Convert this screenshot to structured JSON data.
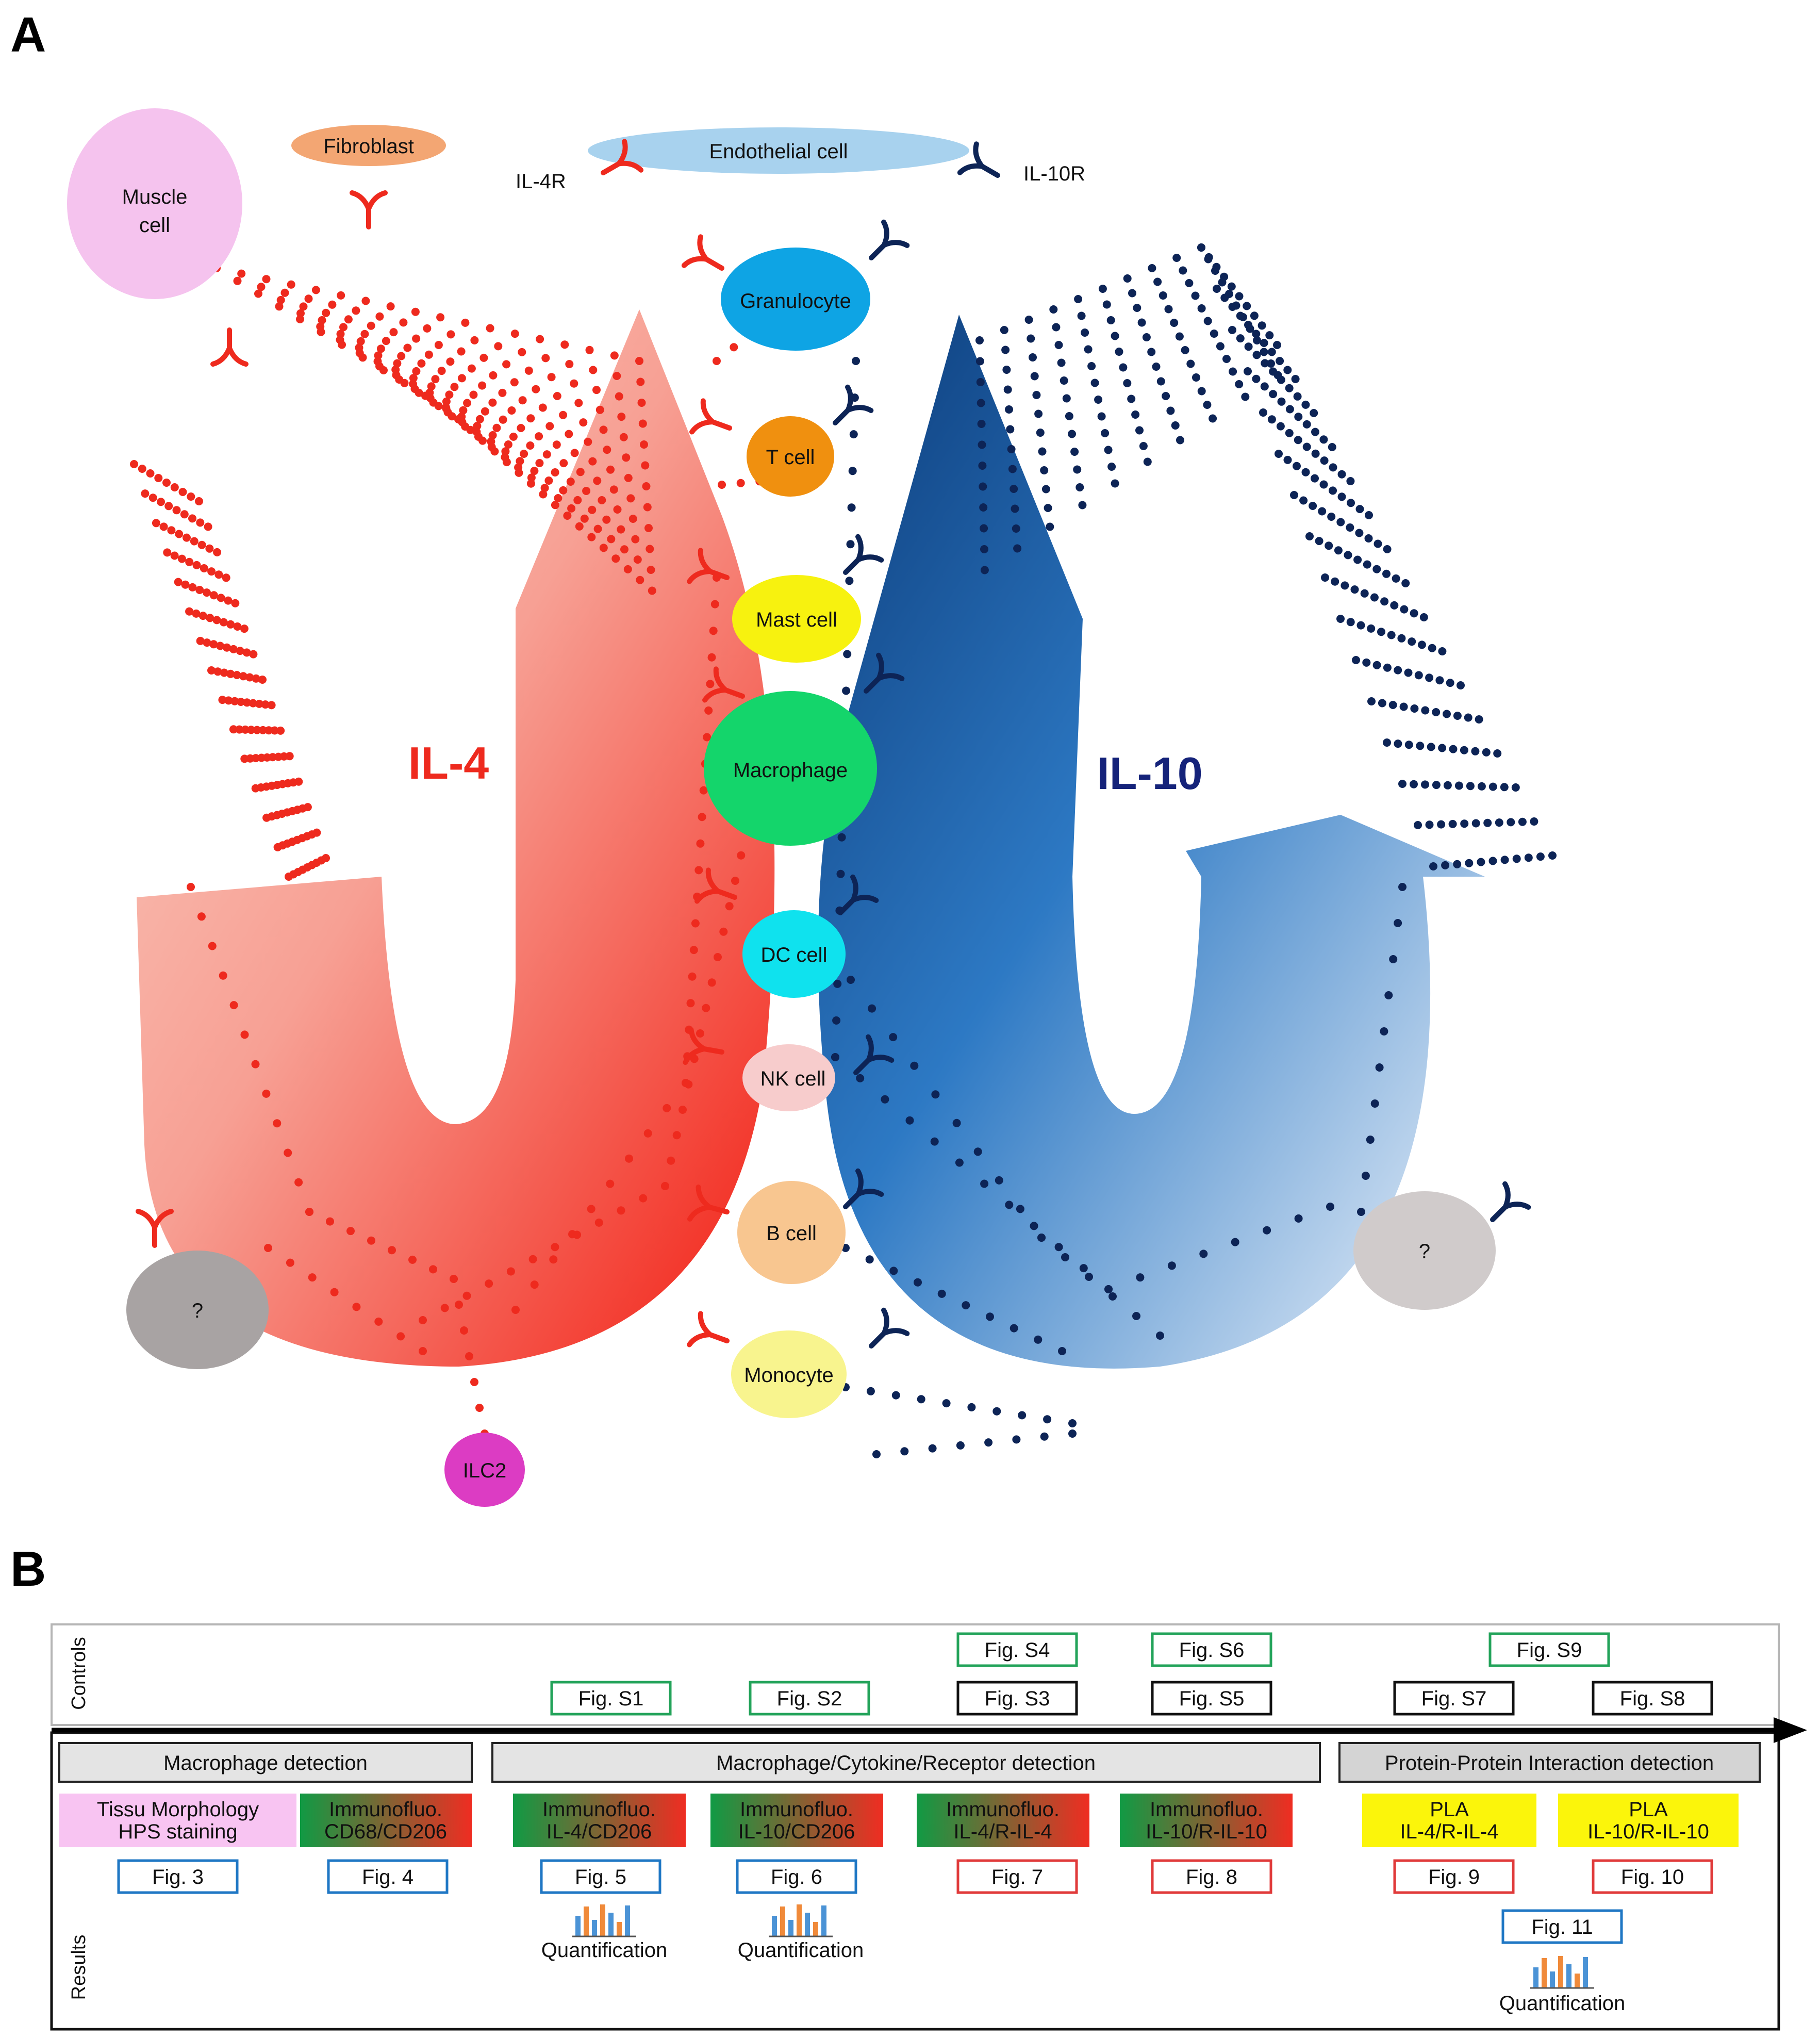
{
  "panel_a": {
    "label": "A",
    "cytokines": {
      "il4": "IL-4",
      "il10": "IL-10"
    },
    "receptors": {
      "il4r": "IL-4R",
      "il10r": "IL-10R"
    },
    "cells": {
      "muscle_line1": "Muscle",
      "muscle_line2": "cell",
      "fibroblast": "Fibroblast",
      "endothelial": "Endothelial cell",
      "granulocyte": "Granulocyte",
      "t_cell": "T cell",
      "mast_cell": "Mast cell",
      "macrophage": "Macrophage",
      "dc_cell": "DC cell",
      "nk_cell": "NK cell",
      "b_cell": "B cell",
      "monocyte": "Monocyte",
      "ilc2": "ILC2",
      "unknown_left": "?",
      "unknown_right": "?"
    },
    "colors": {
      "il4": "#ee2a1e",
      "il10": "#0d2456",
      "muscle": "#f5c3ee",
      "fibroblast": "#f3a673",
      "endothelial": "#a8d2ee",
      "granulocyte": "#0ea4e4",
      "t_cell": "#f0900f",
      "mast_cell": "#f7f20f",
      "macrophage": "#14d56b",
      "dc_cell": "#0fe2ee",
      "nk_cell": "#f7cccc",
      "b_cell": "#f8c690",
      "monocyte": "#f8f48e",
      "ilc2": "#dc3cc3",
      "unknown": "#a8a3a3"
    }
  },
  "panel_b": {
    "label": "B",
    "controls_label": "Controls",
    "results_label": "Results",
    "sections": {
      "macrophage": "Macrophage detection",
      "cytokine": "Macrophage/Cytokine/Receptor detection",
      "ppi": "Protein-Protein Interaction detection"
    },
    "methods": {
      "m1_l1": "Tissu  Morphology",
      "m1_l2": "HPS staining",
      "m2_l1": "Immunofluo.",
      "m2_l2": "CD68/CD206",
      "m3_l1": "Immunofluo.",
      "m3_l2": "IL-4/CD206",
      "m4_l1": "Immunofluo.",
      "m4_l2": "IL-10/CD206",
      "m5_l1": "Immunofluo.",
      "m5_l2": "IL-4/R-IL-4",
      "m6_l1": "Immunofluo.",
      "m6_l2": "IL-10/R-IL-10",
      "m7_l1": "PLA",
      "m7_l2": "IL-4/R-IL-4",
      "m8_l1": "PLA",
      "m8_l2": "IL-10/R-IL-10"
    },
    "figs": {
      "s1": "Fig. S1",
      "s2": "Fig. S2",
      "s3": "Fig. S3",
      "s4": "Fig. S4",
      "s5": "Fig. S5",
      "s6": "Fig. S6",
      "s7": "Fig. S7",
      "s8": "Fig. S8",
      "s9": "Fig. S9",
      "f3": "Fig. 3",
      "f4": "Fig. 4",
      "f5": "Fig. 5",
      "f6": "Fig. 6",
      "f7": "Fig. 7",
      "f8": "Fig. 8",
      "f9": "Fig. 9",
      "f10": "Fig. 10",
      "f11": "Fig. 11"
    },
    "quantification": {
      "q5": "Quantification",
      "q6": "Quantification",
      "q11": "Quantification"
    },
    "colors": {
      "box_green": "#23a35a",
      "box_blue": "#1f77c4",
      "box_red": "#e03a3a",
      "box_black": "#111111",
      "tissue": "#f8c4f2",
      "pla": "#fbf50b",
      "header_gray": "#e4e4e4"
    }
  }
}
